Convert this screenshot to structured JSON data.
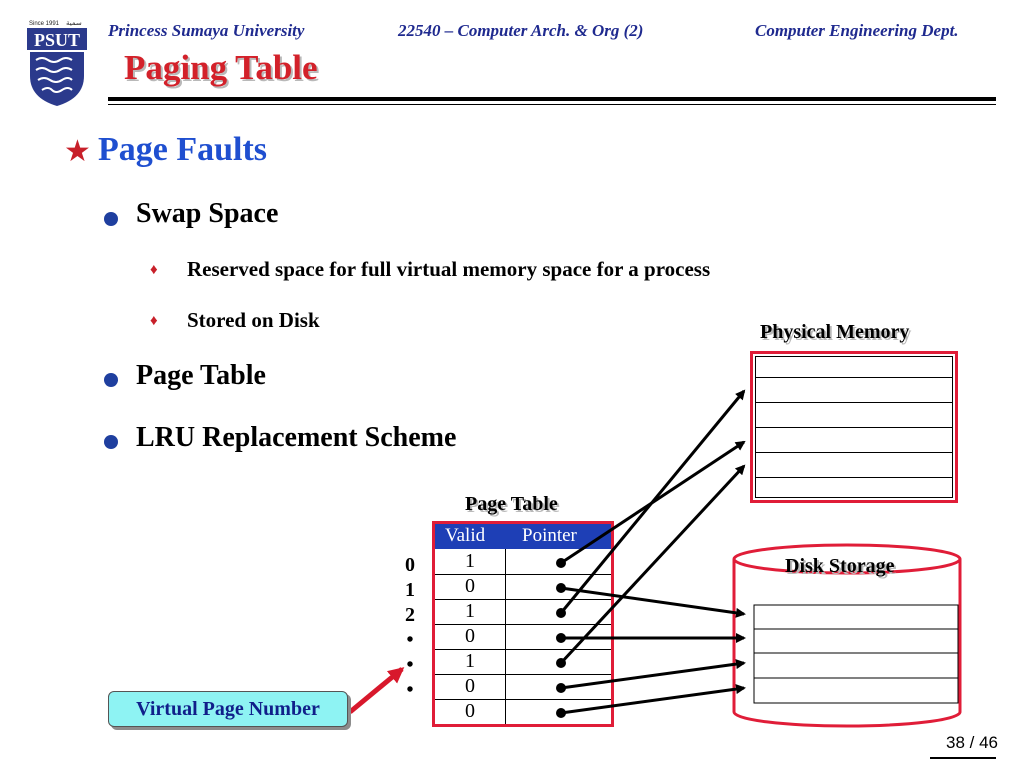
{
  "header": {
    "logo": {
      "small_text": "Since 1991",
      "arabic_text": "سمية",
      "letters": "PSUT"
    },
    "university": "Princess Sumaya University",
    "course": "22540 – Computer Arch. & Org (2)",
    "department": "Computer Engineering Dept.",
    "title": "Paging Table"
  },
  "content": {
    "heading": "Page Faults",
    "swap_space": "Swap Space",
    "reserved_space": "Reserved space for full virtual memory space for a process",
    "stored_on_disk": "Stored on Disk",
    "page_table": "Page Table",
    "lru": "LRU Replacement Scheme"
  },
  "diagram": {
    "physical_memory_label": "Physical Memory",
    "disk_storage_label": "Disk Storage",
    "page_table_label": "Page Table",
    "valid_header": "Valid",
    "pointer_header": "Pointer",
    "valid_bits": [
      "1",
      "0",
      "1",
      "0",
      "1",
      "0",
      "0"
    ],
    "row_indices": [
      "0",
      "1",
      "2",
      "•",
      "•",
      "•"
    ],
    "vpn_label": "Virtual Page Number"
  },
  "footer": {
    "page": "38 / 46"
  },
  "colors": {
    "header_blue": "#1f2a8f",
    "title_red": "#d3212a",
    "heading_blue": "#1f4fd0",
    "box_red": "#e01d38",
    "table_head": "#1e3fb6",
    "vpn_bg": "#8ef3f3"
  }
}
